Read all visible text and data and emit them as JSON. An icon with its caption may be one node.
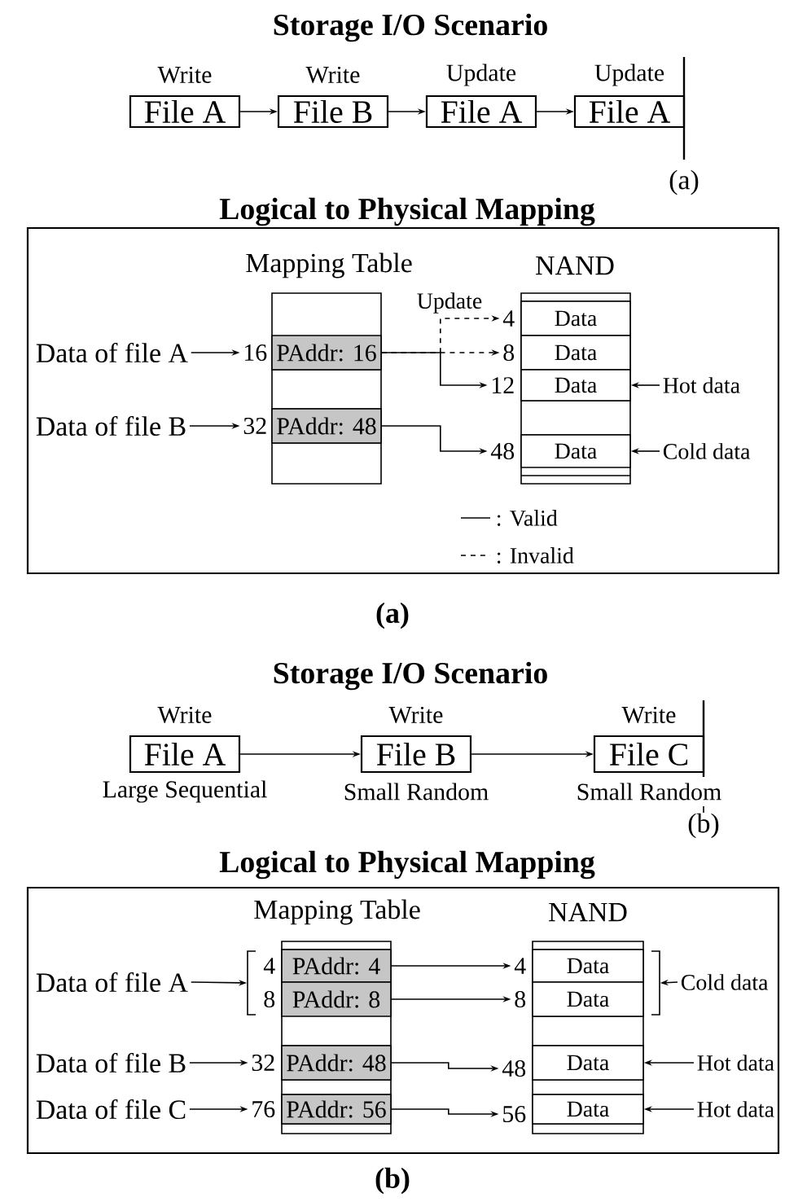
{
  "diagram": {
    "nodes": [
      {
        "text": [
          "File A"
        ],
        "beside": [
          "Write"
        ]
      },
      {
        "text": [
          "File B"
        ],
        "beside": [
          "Write"
        ]
      },
      {
        "text": [
          "File A"
        ],
        "beside": [
          "Update"
        ]
      },
      {
        "text": [
          "File A"
        ],
        "beside": [
          "Update"
        ]
      },
      {
        "text": [
          "Logical to Physical Mapping"
        ]
      },
      {
        "text": [
          "Mapping Table"
        ],
        "in": 4
      },
      {
        "text": [
          "PAddr: 16"
        ],
        "in": 5
      },
      {
        "text": [
          "PAddr: 48"
        ],
        "in": 5
      },
      {
        "text": [
          "NAND"
        ],
        "in": 4
      },
      {
        "text": [
          "Data"
        ],
        "in": 8
      },
      {
        "text": [
          "Data"
        ],
        "in": 8
      },
      {
        "text": [
          "Data"
        ],
        "in": 8
      },
      {
        "text": [
          "Data"
        ],
        "in": 8
      },
      {
        "text": [
          "Data of file A"
        ],
        "in": 4
      },
      {
        "text": [
          "16"
        ],
        "in": 4
      },
      {
        "text": [
          "Data of file B"
        ],
        "in": 4
      },
      {
        "text": [
          "32"
        ],
        "in": 4
      },
      {
        "text": [
          "4"
        ],
        "in": 4
      },
      {
        "text": [
          "8"
        ],
        "in": 4
      },
      {
        "text": [
          "12"
        ],
        "in": 4
      },
      {
        "text": [
          "48"
        ],
        "in": 4
      },
      {
        "text": [
          "Hot data"
        ],
        "in": 4
      },
      {
        "text": [
          "Cold data"
        ],
        "in": 4
      },
      {
        "text": [
          "File A"
        ],
        "beside": [
          "Write",
          "Large Sequential"
        ]
      },
      {
        "text": [
          "File B"
        ],
        "beside": [
          "Write",
          "Small Random"
        ]
      },
      {
        "text": [
          "File C"
        ],
        "beside": [
          "Write",
          "Small Random"
        ]
      },
      {
        "text": [
          "Logical to Physical Mapping"
        ]
      },
      {
        "text": [
          "Mapping Table"
        ],
        "in": 26
      },
      {
        "text": [
          "PAddr: 4"
        ],
        "in": 27
      },
      {
        "text": [
          "PAddr: 8"
        ],
        "in": 27
      },
      {
        "text": [
          "PAddr: 48"
        ],
        "in": 27
      },
      {
        "text": [
          "PAddr: 56"
        ],
        "in": 27
      },
      {
        "text": [
          "NAND"
        ],
        "in": 26
      },
      {
        "text": [
          "Data"
        ],
        "in": 32
      },
      {
        "text": [
          "Data"
        ],
        "in": 32
      },
      {
        "text": [
          "Data"
        ],
        "in": 32
      },
      {
        "text": [
          "Data"
        ],
        "in": 32
      },
      {
        "text": [
          "Data of file A"
        ],
        "in": 26
      },
      {
        "text": [
          "4"
        ],
        "in": 26
      },
      {
        "text": [
          "8"
        ],
        "in": 26
      },
      {
        "text": [
          "Data of file B"
        ],
        "in": 26
      },
      {
        "text": [
          "32"
        ],
        "in": 26
      },
      {
        "text": [
          "Data of file C"
        ],
        "in": 26
      },
      {
        "text": [
          "76"
        ],
        "in": 26
      },
      {
        "text": [
          "4"
        ],
        "in": 26
      },
      {
        "text": [
          "8"
        ],
        "in": 26
      },
      {
        "text": [
          "48"
        ],
        "in": 26
      },
      {
        "text": [
          "56"
        ],
        "in": 26
      },
      {
        "text": [
          "Cold data"
        ],
        "in": 26
      },
      {
        "text": [
          "Hot data"
        ],
        "in": 26
      },
      {
        "text": [
          "Hot data"
        ],
        "in": 26
      },
      {
        "text": [],
        "shape": "bracket",
        "in": 26
      },
      {
        "text": [],
        "shape": "bracket",
        "in": 26
      }
    ],
    "edges": [
      {
        "from": 0,
        "to": 1,
        "arrow": "to"
      },
      {
        "from": 1,
        "to": 2,
        "arrow": "to"
      },
      {
        "from": 2,
        "to": 3,
        "arrow": "to"
      },
      {
        "from": 13,
        "to": 14,
        "arrow": "to"
      },
      {
        "from": 15,
        "to": 16,
        "arrow": "to"
      },
      {
        "from": 6,
        "to": 17,
        "arrow": "to",
        "style": "dashed",
        "label": "Update"
      },
      {
        "from": 6,
        "to": 18,
        "arrow": "to",
        "style": "dashed"
      },
      {
        "from": 6,
        "to": 19,
        "arrow": "to"
      },
      {
        "from": 7,
        "to": 20,
        "arrow": "to"
      },
      {
        "from": 21,
        "to": 11,
        "arrow": "to"
      },
      {
        "from": 22,
        "to": 12,
        "arrow": "to"
      },
      {
        "from": 23,
        "to": 24,
        "arrow": "to"
      },
      {
        "from": 24,
        "to": 25,
        "arrow": "to"
      },
      {
        "from": 37,
        "to": 51,
        "arrow": "to"
      },
      {
        "from": 40,
        "to": 41,
        "arrow": "to"
      },
      {
        "from": 42,
        "to": 43,
        "arrow": "to"
      },
      {
        "from": 28,
        "to": 44,
        "arrow": "to"
      },
      {
        "from": 29,
        "to": 45,
        "arrow": "to"
      },
      {
        "from": 30,
        "to": 46,
        "arrow": "to"
      },
      {
        "from": 31,
        "to": 47,
        "arrow": "to"
      },
      {
        "from": 48,
        "to": 52,
        "arrow": "to"
      },
      {
        "from": 49,
        "to": 35,
        "arrow": "to"
      },
      {
        "from": 50,
        "to": 36,
        "arrow": "to"
      }
    ],
    "labels": [
      "Storage I/O Scenario",
      "(a)",
      "(a)",
      "Storage I/O Scenario",
      "(b)",
      "(b)"
    ],
    "legend": [
      {
        "text": ": Valid"
      },
      {
        "text": ": Invalid"
      }
    ]
  }
}
